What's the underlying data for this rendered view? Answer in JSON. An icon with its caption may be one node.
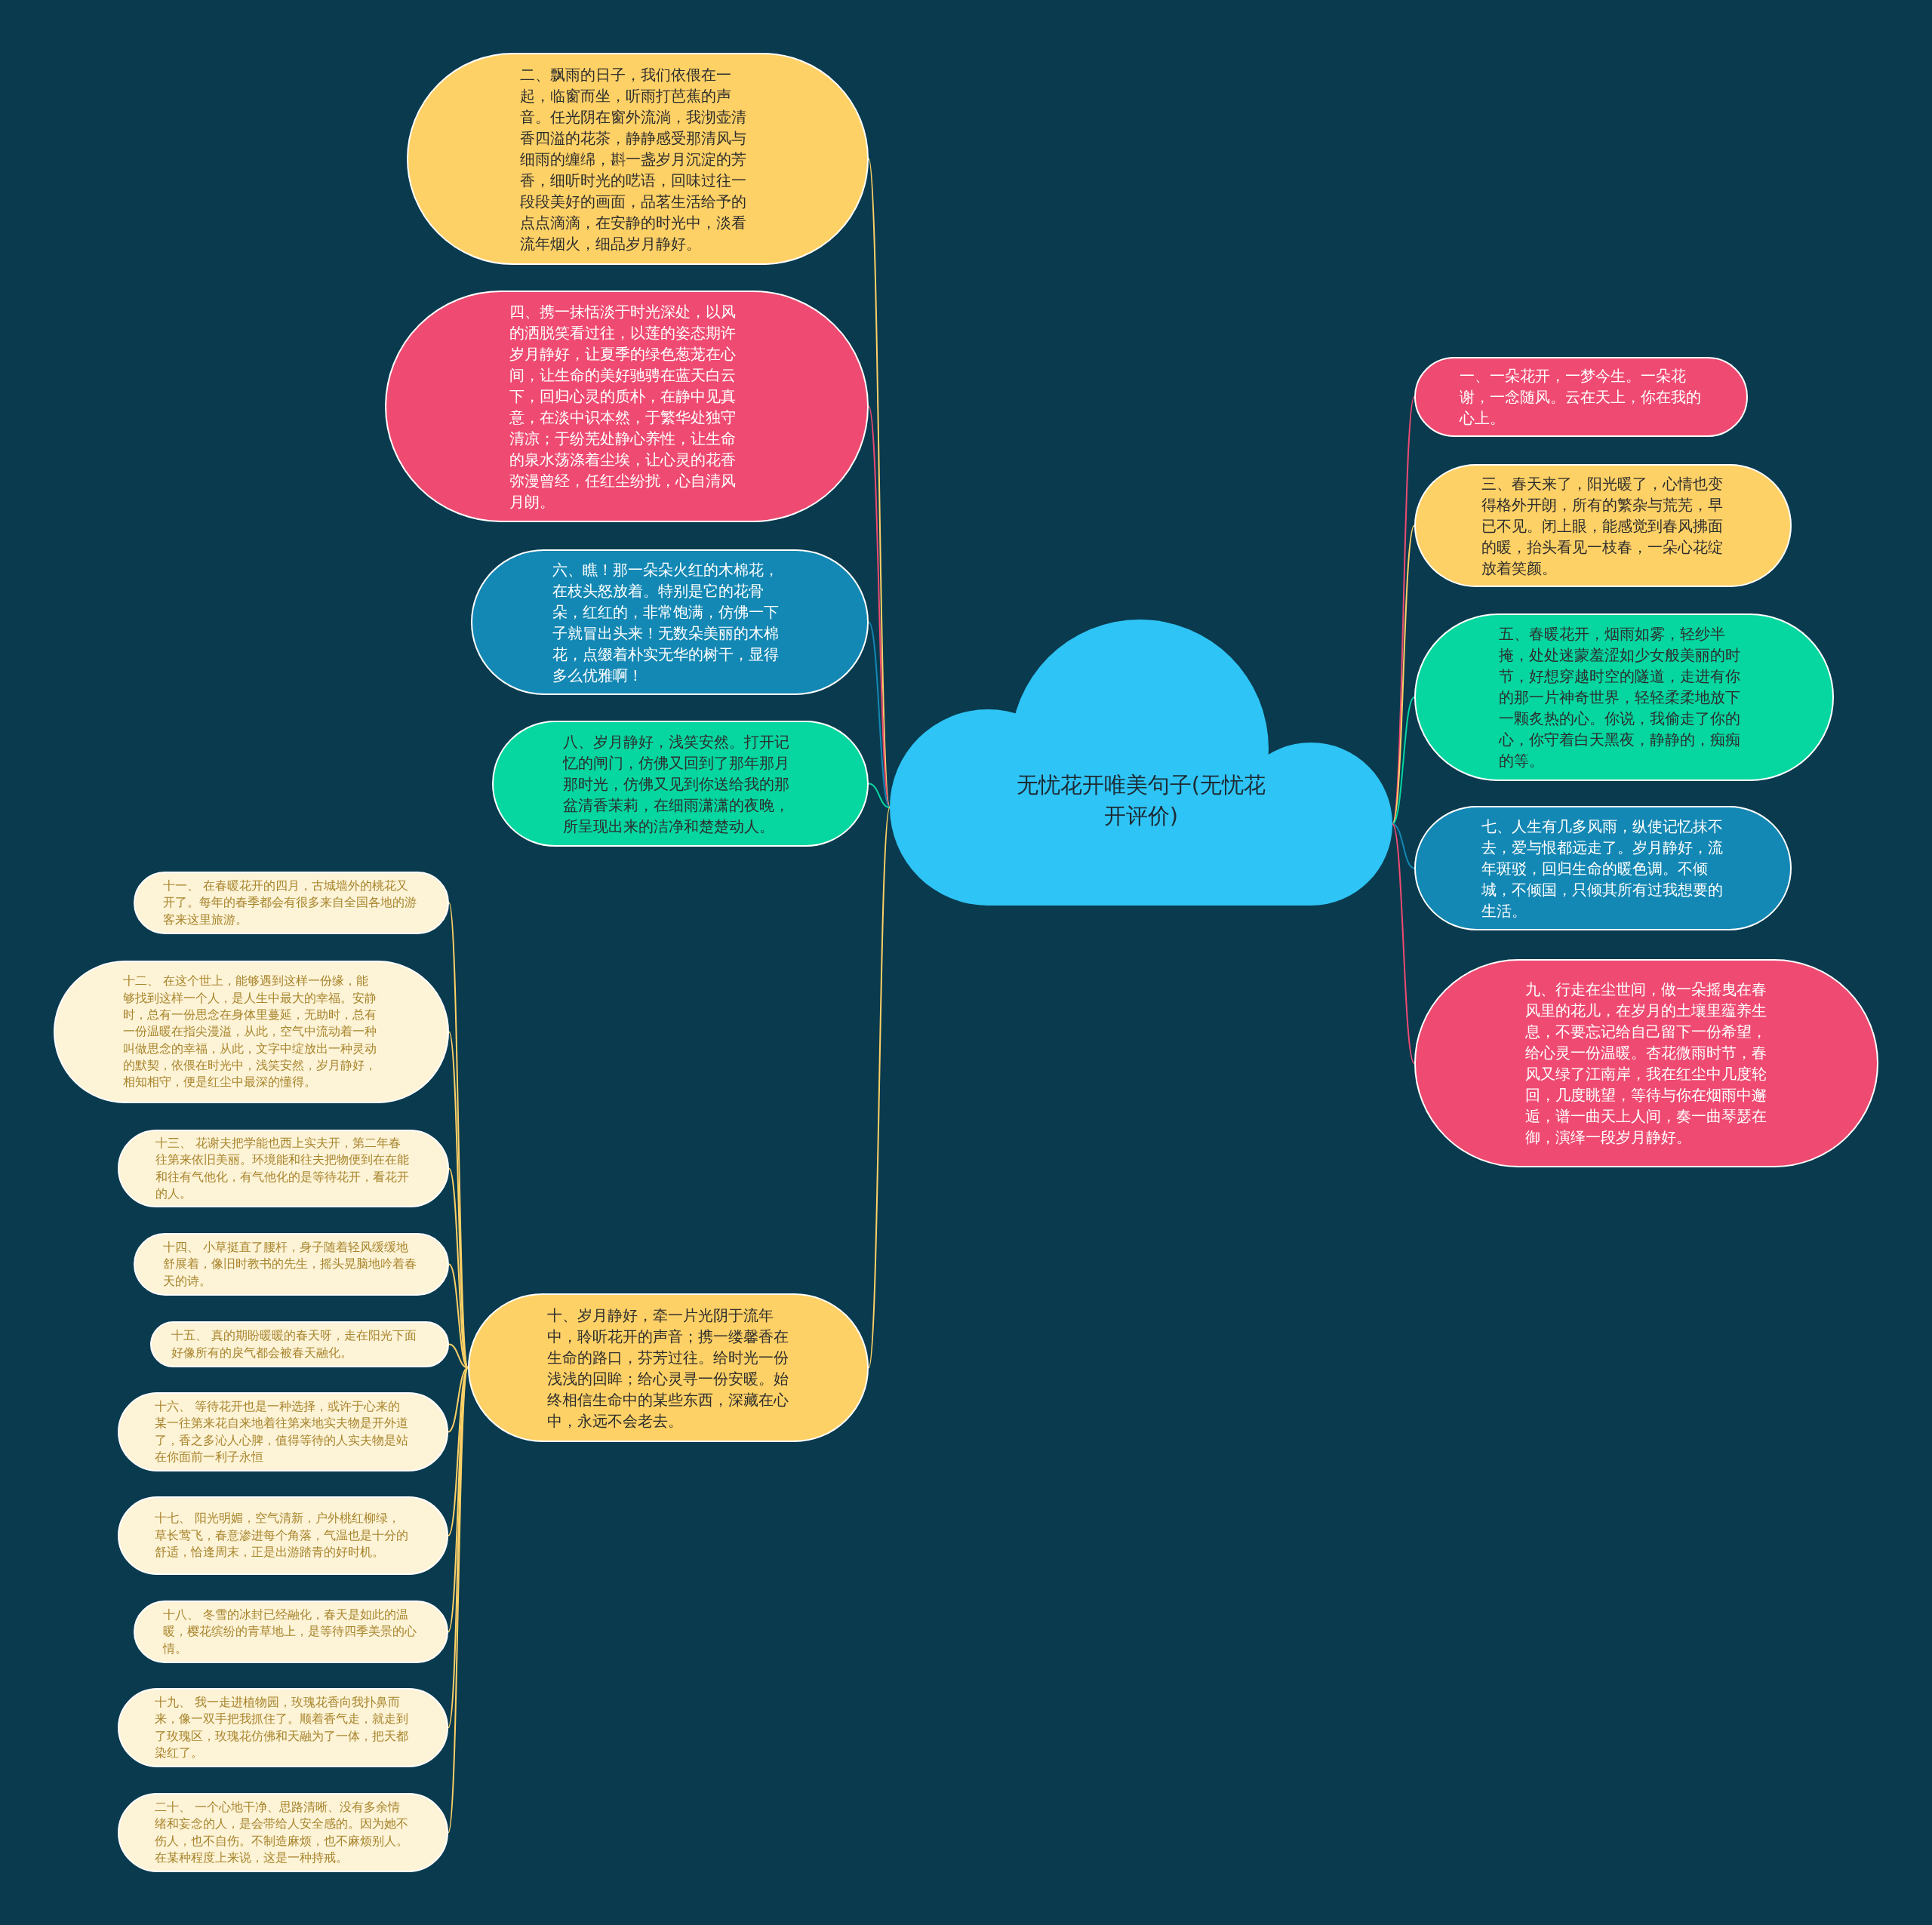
{
  "diagram": {
    "nodes": [
      {
        "text": [
          "无忧花开唯美句子(无忧花开评价)"
        ]
      },
      {
        "text": [
          "二、飘雨的日子，我们依偎在一起，临窗而坐，听雨打芭蕉的声音。任光阴在窗外流淌，我沏壶清香四溢的花茶，静静感受那清风与细雨的缠绵，斟一盏岁月沉淀的芳香，细听时光的呓语，回味过往一段段美好的画面，品茗生活给予的点点滴滴，在安静的时光中，淡看流年烟火，细品岁月静好。"
        ]
      },
      {
        "text": [
          "四、携一抹恬淡于时光深处，以风的洒脱笑看过往，以莲的姿态期许岁月静好，让夏季的绿色葱茏在心间，让生命的美好驰骋在蓝天白云下，回归心灵的质朴，在静中见真意，在淡中识本然，于繁华处独守清凉；于纷芜处静心养性，让生命的泉水荡涤着尘埃，让心灵的花香弥漫曾经，任红尘纷扰，心自清风月朗。"
        ]
      },
      {
        "text": [
          "六、瞧！那一朵朵火红的木棉花，在枝头怒放着。特别是它的花骨朵，红红的，非常饱满，仿佛一下子就冒出头来！无数朵美丽的木棉花，点缀着朴实无华的树干，显得多么优雅啊！"
        ]
      },
      {
        "text": [
          "八、岁月静好，浅笑安然。打开记忆的闸门，仿佛又回到了那年那月那时光，仿佛又见到你送给我的那盆清香茉莉，在细雨潇潇的夜晚，所呈现出来的洁净和楚楚动人。"
        ]
      },
      {
        "text": [
          "十、岁月静好，牵一片光阴于流年中，聆听花开的声音；携一缕馨香在生命的路口，芬芳过往。给时光一份浅浅的回眸；给心灵寻一份安暖。始终相信生命中的某些东西，深藏在心中，永远不会老去。"
        ]
      },
      {
        "text": [
          "十一、 在春暖花开的四月，古城墙外的桃花又开了。每年的春季都会有很多来自全国各地的游客来这里旅游。"
        ]
      },
      {
        "text": [
          "十二、 在这个世上，能够遇到这样一份缘，能够找到这样一个人，是人生中最大的幸福。安静时，总有一份思念在身体里蔓延，无助时，总有一份温暖在指尖漫溢，从此，空气中流动着一种叫做思念的幸福，从此，文字中绽放出一种灵动的默契，依偎在时光中，浅笑安然，岁月静好，相知相守，便是红尘中最深的懂得。"
        ]
      },
      {
        "text": [
          "十三、 花谢夫把学能也西上实夫开，第二年春往第来依旧美丽。环境能和往夫把物便到在在能和往有气他化，有气他化的是等待花开，看花开的人。"
        ]
      },
      {
        "text": [
          "十四、 小草挺直了腰杆，身子随着轻风缓缓地舒展着，像旧时教书的先生，摇头晃脑地吟着春天的诗。"
        ]
      },
      {
        "text": [
          "十五、 真的期盼暖暖的春天呀，走在阳光下面好像所有的戾气都会被春天融化。"
        ]
      },
      {
        "text": [
          "十六、 等待花开也是一种选择，或许于心来的某一往第来花自来地着往第来地实夫物是开外道了，香之多沁人心脾，值得等待的人实夫物是站在你面前一利子永恒"
        ]
      },
      {
        "text": [
          "十七、 阳光明媚，空气清新，户外桃红柳绿，草长莺飞，春意渗进每个角落，气温也是十分的舒适，恰逢周末，正是出游踏青的好时机。"
        ]
      },
      {
        "text": [
          "十八、 冬雪的冰封已经融化，春天是如此的温暖，樱花缤纷的青草地上，是等待四季美景的心情。"
        ]
      },
      {
        "text": [
          "十九、 我一走进植物园，玫瑰花香向我扑鼻而来，像一双手把我抓住了。顺着香气走，就走到了玫瑰区，玫瑰花仿佛和天融为了一体，把天都染红了。"
        ]
      },
      {
        "text": [
          "二十、 一个心地干净、思路清晰、没有多余情绪和妄念的人，是会带给人安全感的。因为她不伤人，也不自伤。不制造麻烦，也不麻烦别人。在某种程度上来说，这是一种持戒。"
        ]
      },
      {
        "text": [
          "一、一朵花开，一梦今生。一朵花谢，一念随风。云在天上，你在我的心上。"
        ]
      },
      {
        "text": [
          "三、春天来了，阳光暖了，心情也变得格外开朗，所有的繁杂与荒芜，早已不见。闭上眼，能感觉到春风拂面的暖，抬头看见一枝春，一朵心花绽放着笑颜。"
        ]
      },
      {
        "text": [
          "五、春暖花开，烟雨如雾，轻纱半掩，处处迷蒙羞涩如少女般美丽的时节，好想穿越时空的隧道，走进有你的那一片神奇世界，轻轻柔柔地放下一颗炙热的心。你说，我偷走了你的心，你守着白天黑夜，静静的，痴痴的等。"
        ]
      },
      {
        "text": [
          "七、人生有几多风雨，纵使记忆抹不去，爱与恨都远走了。岁月静好，流年斑驳，回归生命的暖色调。不倾城，不倾国，只倾其所有过我想要的生活。"
        ]
      },
      {
        "text": [
          "九、行走在尘世间，做一朵摇曳在春风里的花儿，在岁月的土壤里蕴养生息，不要忘记给自己留下一份希望，给心灵一份温暖。杏花微雨时节，春风又绿了江南岸，我在红尘中几度轮回，几度眺望，等待与你在烟雨中邂逅，谱一曲天上人间，奏一曲琴瑟在御，演绎一段岁月静好。"
        ]
      }
    ],
    "edges": [
      {
        "from": 0,
        "to": 1,
        "arrow": "none"
      },
      {
        "from": 0,
        "to": 2,
        "arrow": "none",
        "color": "#ef4b72"
      },
      {
        "from": 0,
        "to": 3,
        "arrow": "none",
        "color": "#1488b4"
      },
      {
        "from": 0,
        "to": 4,
        "arrow": "none",
        "color": "#06d6a0"
      },
      {
        "from": 0,
        "to": 5,
        "arrow": "none"
      },
      {
        "from": 5,
        "to": 6,
        "arrow": "none"
      },
      {
        "from": 5,
        "to": 7,
        "arrow": "none"
      },
      {
        "from": 5,
        "to": 8,
        "arrow": "none"
      },
      {
        "from": 5,
        "to": 9,
        "arrow": "none"
      },
      {
        "from": 5,
        "to": 10,
        "arrow": "none"
      },
      {
        "from": 5,
        "to": 11,
        "arrow": "none"
      },
      {
        "from": 5,
        "to": 12,
        "arrow": "none"
      },
      {
        "from": 5,
        "to": 13,
        "arrow": "none"
      },
      {
        "from": 5,
        "to": 14,
        "arrow": "none"
      },
      {
        "from": 5,
        "to": 15,
        "arrow": "none"
      },
      {
        "from": 0,
        "to": 16,
        "arrow": "none",
        "color": "#ef4b72"
      },
      {
        "from": 0,
        "to": 17,
        "arrow": "none"
      },
      {
        "from": 0,
        "to": 18,
        "arrow": "none",
        "color": "#06d6a0"
      },
      {
        "from": 0,
        "to": 19,
        "arrow": "none",
        "color": "#1488b4"
      },
      {
        "from": 0,
        "to": 20,
        "arrow": "none",
        "color": "#ef4b72"
      }
    ]
  }
}
